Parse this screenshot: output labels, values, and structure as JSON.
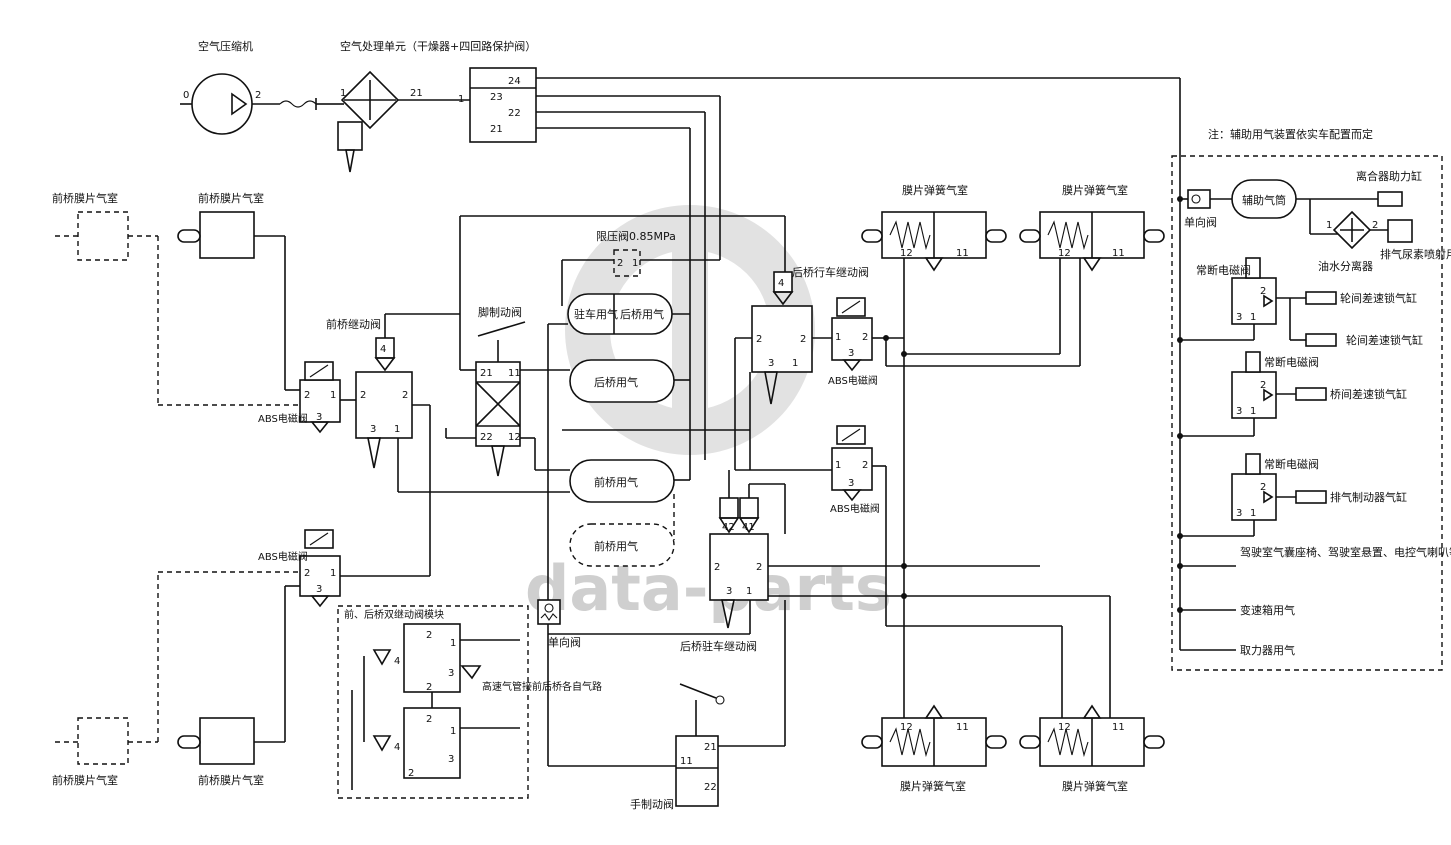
{
  "labels": {
    "compressor": "空气压缩机",
    "air_unit": "空气处理单元（干燥器+四回路保护阀）",
    "front_diaphragm_l_top": "前桥膜片气室",
    "front_diaphragm_r_top": "前桥膜片气室",
    "front_diaphragm_l_bot": "前桥膜片气室",
    "front_diaphragm_r_bot": "前桥膜片气室",
    "front_relay": "前桥继动阀",
    "foot_brake": "脚制动阀",
    "limit_valve": "限压阀0.85MPa",
    "park_tank": "驻车用气",
    "rear_tank": "后桥用气",
    "rear_tank2": "后桥用气",
    "front_tank": "前桥用气",
    "front_tank2": "前桥用气",
    "rear_service_relay": "后桥行车继动阀",
    "abs_1": "ABS电磁阀",
    "abs_2": "ABS电磁阀",
    "abs_3": "ABS电磁阀",
    "abs_4": "ABS电磁阀",
    "spring_top_l": "膜片弹簧气室",
    "spring_top_r": "膜片弹簧气室",
    "spring_bot_l": "膜片弹簧气室",
    "spring_bot_r": "膜片弹簧气室",
    "check_valve": "单向阀",
    "check_valve2": "单向阀",
    "rear_park_relay": "后桥驻车继动阀",
    "hand_brake": "手制动阀",
    "note": "注：辅助用气装置依实车配置而定",
    "aux_tank": "辅助气筒",
    "clutch": "离合器助力缸",
    "oil_water_sep": "油水分离器",
    "urea": "排气尿素喷射用气",
    "nc_valve_1": "常断电磁阀",
    "nc_valve_2": "常断电磁阀",
    "nc_valve_3": "常断电磁阀",
    "diff_lock_1": "轮间差速锁气缸",
    "diff_lock_2": "轮间差速锁气缸",
    "diff_lock_3": "桥间差速锁气缸",
    "exhaust_brake": "排气制动器气缸",
    "cab_items": "驾驶室气囊座椅、驾驶室悬置、电控气喇叭等用气",
    "gearbox": "变速箱用气",
    "pto": "取力器用气",
    "inset_title": "前、后桥双继动阀模块",
    "inset_note": "高速气管接前后桥各自气路",
    "watermark": "data-parts"
  },
  "ports": {
    "p0": "0",
    "p1": "1",
    "p2": "2",
    "p3": "3",
    "p4": "4",
    "p11": "11",
    "p12": "12",
    "p21": "21",
    "p22": "22",
    "p23": "23",
    "p24": "24",
    "p41": "41",
    "p42": "42"
  }
}
